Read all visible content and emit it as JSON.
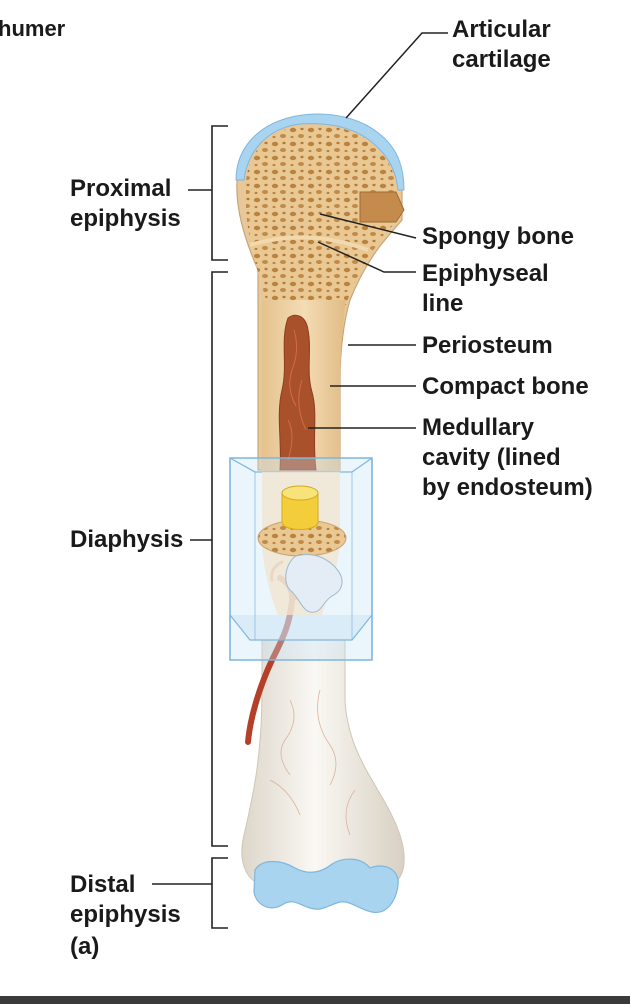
{
  "corner_text": "humer",
  "labels": {
    "articular_cartilage": [
      "Articular",
      "cartilage"
    ],
    "proximal_epiphysis": [
      "Proximal",
      "epiphysis"
    ],
    "spongy_bone": "Spongy bone",
    "epiphyseal_line": [
      "Epiphyseal",
      "line"
    ],
    "periosteum": "Periosteum",
    "compact_bone": "Compact bone",
    "medullary_cavity": [
      "Medullary",
      "cavity (lined",
      "by endosteum)"
    ],
    "diaphysis": "Diaphysis",
    "distal_epiphysis": [
      "Distal",
      "epiphysis"
    ],
    "panel": "(a)"
  },
  "colors": {
    "bone_tan": "#eecf9e",
    "spongy": "#d9a86b",
    "marrow": "#a8512a",
    "cartilage": "#a9d4f0",
    "vessel": "#b5402a",
    "bone_white": "#f2eee6",
    "box": "#b9dcf5",
    "label": "#1a1a1a"
  }
}
